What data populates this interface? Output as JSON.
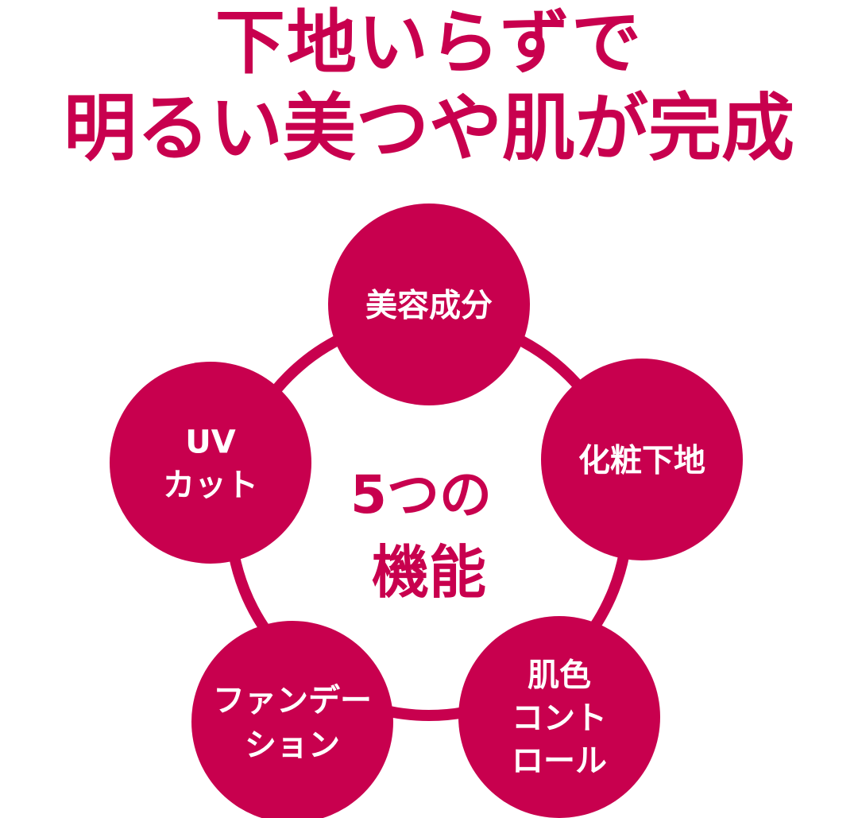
{
  "headline": {
    "line1": "下地いらずで",
    "line2": "明るい美つや肌が完成"
  },
  "colors": {
    "accent": "#c8004e",
    "background": "#ffffff",
    "node_text": "#ffffff"
  },
  "center": {
    "line1": "5つの",
    "line2": "機能"
  },
  "features": [
    {
      "id": "beauty-ingredients",
      "lines": [
        "美容成分"
      ]
    },
    {
      "id": "makeup-base",
      "lines": [
        "化粧下地"
      ]
    },
    {
      "id": "skin-tone-control",
      "lines": [
        "肌色",
        "コント",
        "ロール"
      ]
    },
    {
      "id": "foundation",
      "lines": [
        "ファンデー",
        "ション"
      ]
    },
    {
      "id": "uv-cut",
      "lines": [
        "UV",
        "カット"
      ]
    }
  ]
}
